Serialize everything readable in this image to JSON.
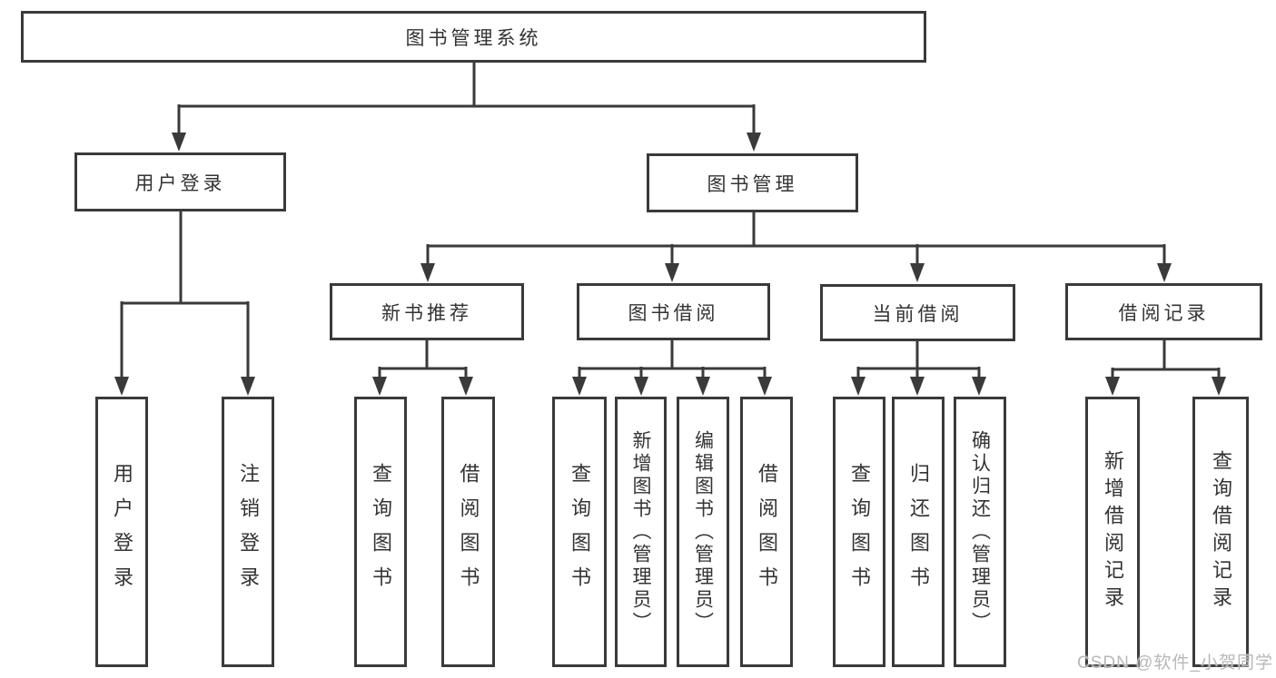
{
  "diagram": {
    "root": "图书管理系统",
    "level2": {
      "user_login": "用户登录",
      "book_mgmt": "图书管理"
    },
    "level3": {
      "new_books": "新书推荐",
      "book_borrow": "图书借阅",
      "current_borrow": "当前借阅",
      "borrow_records": "借阅记录"
    },
    "leaves": {
      "user_login_leaf": "用户登录",
      "logout": "注销登录",
      "nb_query": "查询图书",
      "nb_borrow": "借阅图书",
      "bb_query": "查询图书",
      "bb_add": "新增图书（管理员）",
      "bb_edit": "编辑图书（管理员）",
      "bb_borrow": "借阅图书",
      "cb_query": "查询图书",
      "cb_return": "归还图书",
      "cb_confirm": "确认归还（管理员）",
      "br_add": "新增借阅记录",
      "br_query": "查询借阅记录"
    },
    "watermark": "CSDN @软件_小贺同学",
    "colors": {
      "line": "#3a3a3a",
      "text": "#333333",
      "watermark": "#b8b8b8"
    }
  }
}
